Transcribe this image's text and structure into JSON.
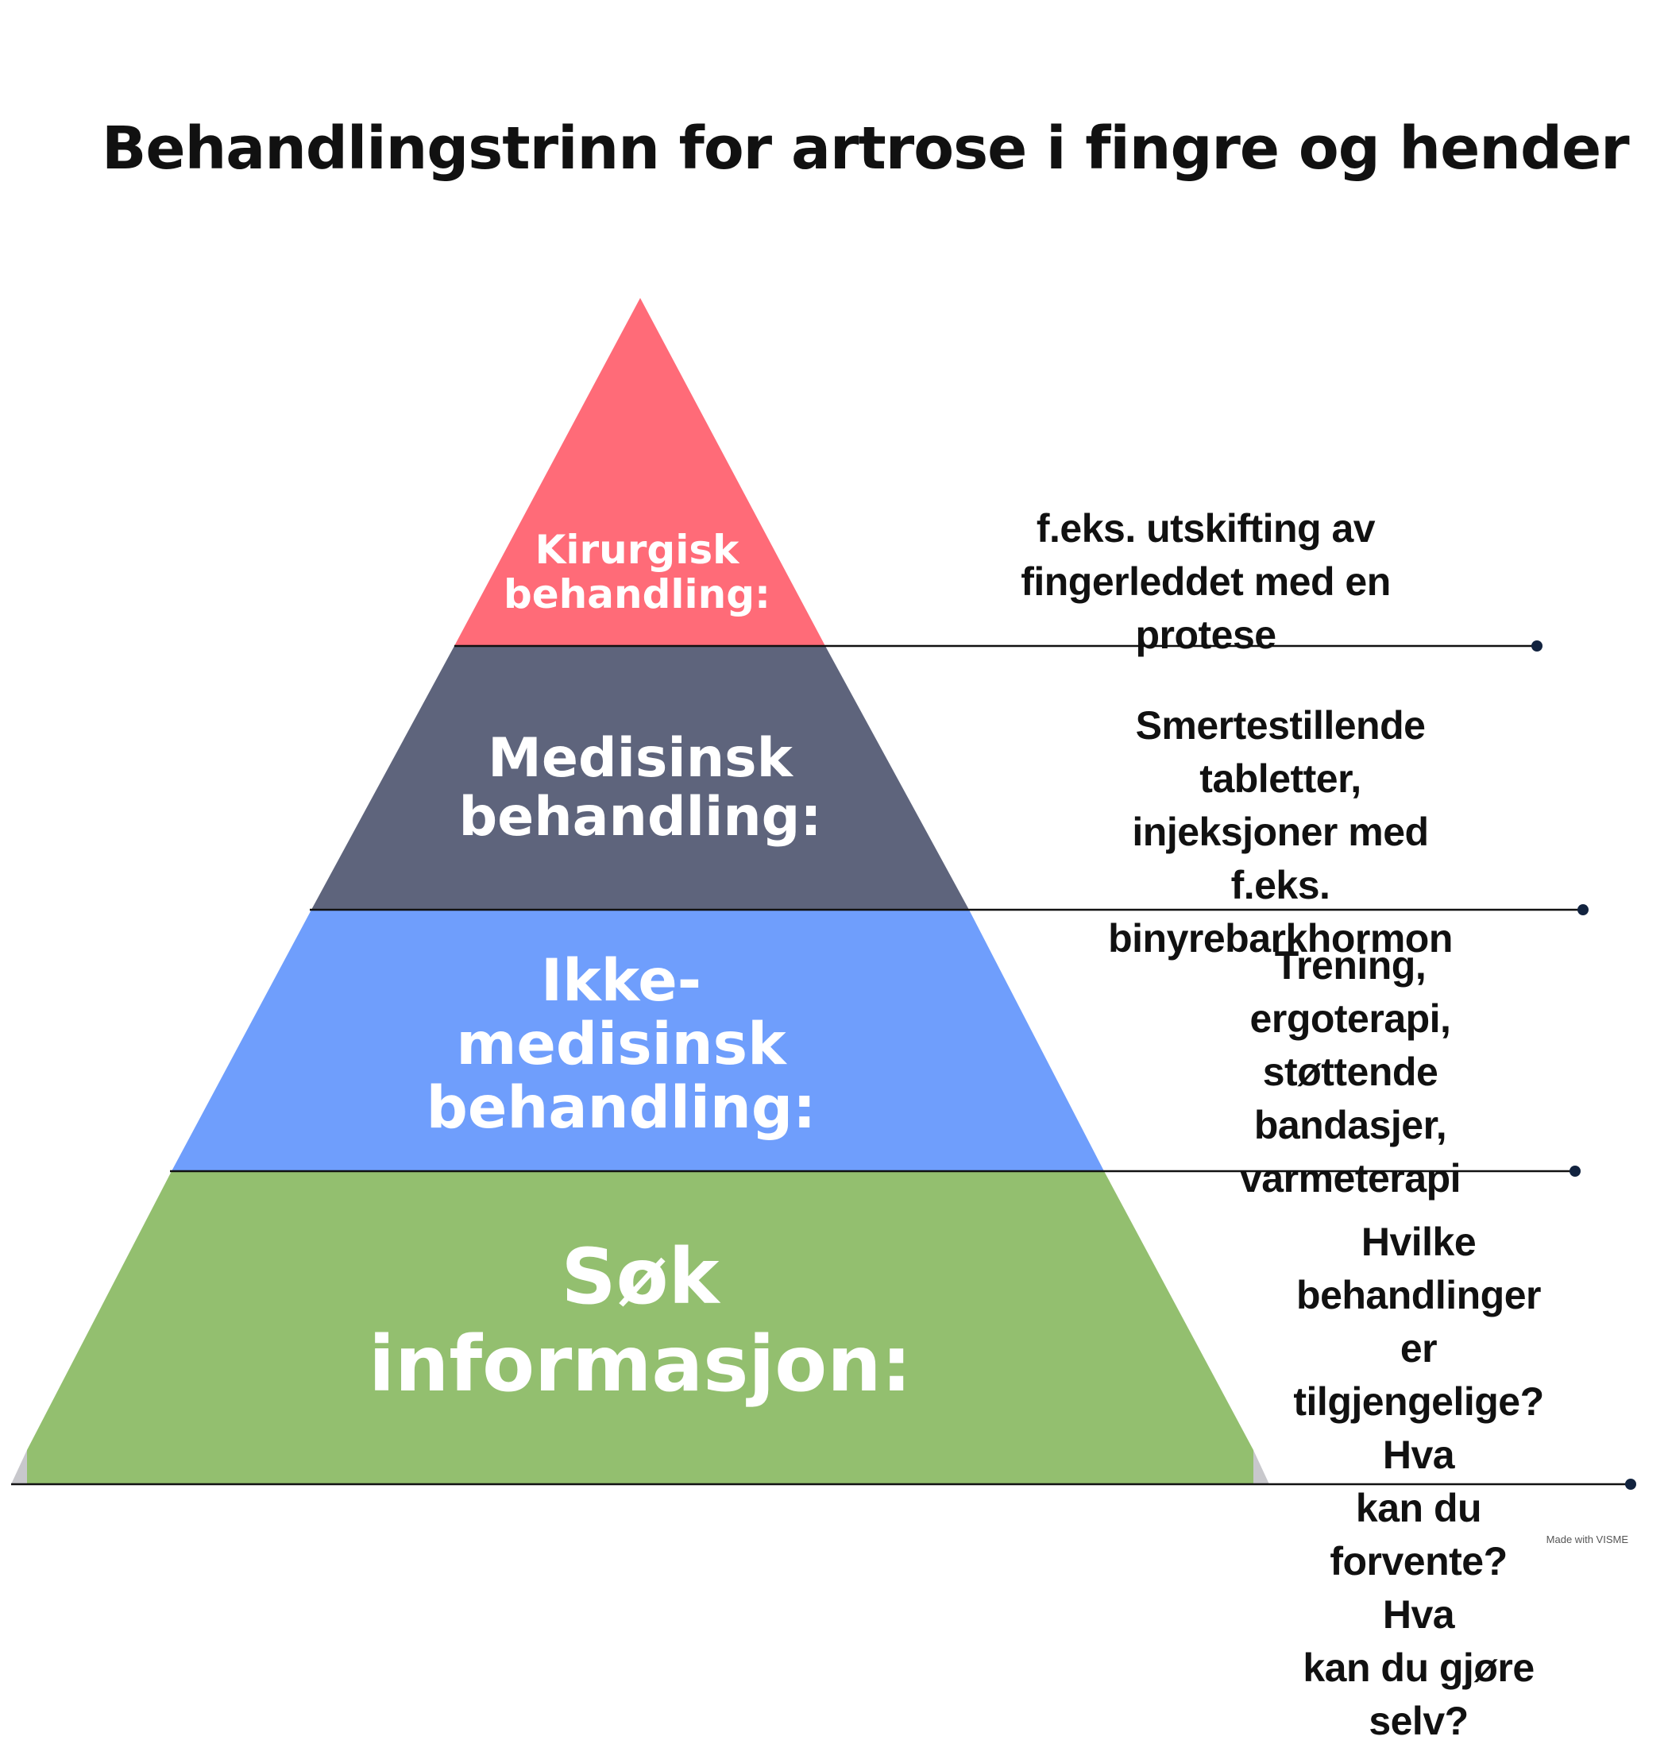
{
  "title": "Behandlingstrinn for artrose i fingre og hender",
  "tiers": [
    {
      "label": "Kirurgisk\nbehandling:",
      "description": "f.eks. utskifting av\nfingerleddet med en protese",
      "color": "#FF6B78"
    },
    {
      "label": "Medisinsk\nbehandling:",
      "description": "Smertestillende tabletter,\ninjeksjoner med f.eks.\nbinyrebarkhormon",
      "color": "#5E647C"
    },
    {
      "label": "Ikke-\nmedisinsk\nbehandling:",
      "description": "Trening, ergoterapi,\nstøttende bandasjer,\nvarmeterapi",
      "color": "#6F9EFC"
    },
    {
      "label": "Søk\ninformasjon:",
      "description": "Hvilke behandlinger\ner tilgjengelige? Hva\nkan du forvente? Hva\nkan du gjøre selv?",
      "color": "#93BF6F"
    }
  ],
  "line_color": "#111111",
  "dot_color": "#12233F",
  "footer": "Made with VISME"
}
